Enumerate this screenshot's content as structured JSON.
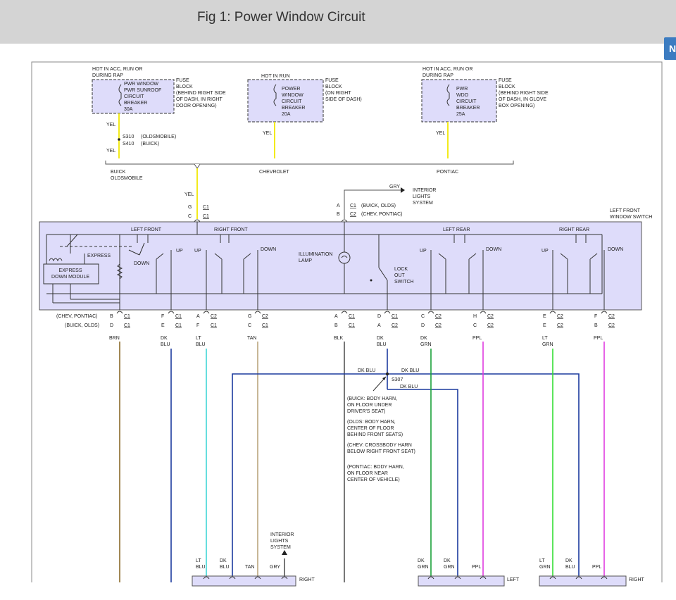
{
  "page": {
    "title": "Fig 1: Power Window Circuit",
    "side_tab": "N"
  },
  "colors": {
    "yel": "#f2ea1c",
    "dkblu": "#1c3a9e",
    "ltblu": "#3fd6d6",
    "brn": "#8a6a2a",
    "tan": "#b9a37c",
    "blk": "#555555",
    "dkgrn": "#1aa13a",
    "ppl": "#e03ce0",
    "ltgrn": "#33dd33",
    "panel": "#dedcfa",
    "panel_border": "#555555"
  },
  "fuses": [
    {
      "hot": "HOT IN ACC, RUN OR\nDURING RAP",
      "label": "PWR WINDOW\nPWR SUNROOF\nCIRCUIT\nBREAKER\n30A",
      "side": "FUSE\nBLOCK\n(BEHIND RIGHT SIDE\nOF DASH, IN RIGHT\nDOOR OPENING)"
    },
    {
      "hot": "HOT IN RUN",
      "label": "POWER\nWINDOW\nCIRCUIT\nBREAKER\n20A",
      "side": "FUSE\nBLOCK\n(ON RIGHT\nSIDE OF DASH)"
    },
    {
      "hot": "HOT IN ACC, RUN OR\nDURING RAP",
      "label": "PWR\nWDO\nCIRCUIT\nBREAKER\n25A",
      "side": "FUSE\nBLOCK\n(BEHIND RIGHT SIDE\nOF DASH, IN GLOVE\nBOX OPENING)"
    }
  ],
  "splice_top": {
    "yel1": "YEL",
    "s310": "S310",
    "s410": "S410",
    "olds": "(OLDSMOBILE)",
    "buick": "(BUICK)",
    "yel2": "YEL",
    "yel3": "YEL",
    "yel4": "YEL"
  },
  "makes": {
    "buick_olds": "BUICK\nOLDSMOBILE",
    "chevrolet": "CHEVROLET",
    "pontiac": "PONTIAC"
  },
  "feed": {
    "yel": "YEL",
    "g": "G",
    "c": "C",
    "c1a": "C1",
    "c1b": "C1",
    "gry": "GRY",
    "interior": "INTERIOR\nLIGHTS\nSYSTEM",
    "a": "A",
    "b": "B",
    "c1c": "C1",
    "c2": "C2",
    "buick_olds": "(BUICK, OLDS)",
    "chev_pontiac": "(CHEV, PONTIAC)"
  },
  "switch": {
    "title": "LEFT FRONT\nWINDOW SWITCH",
    "left_front": "LEFT FRONT",
    "right_front": "RIGHT FRONT",
    "left_rear": "LEFT REAR",
    "right_rear": "RIGHT REAR",
    "express": "EXPRESS",
    "express_module": "EXPRESS\nDOWN MODULE",
    "down": "DOWN",
    "up": "UP",
    "illumination": "ILLUMINATION\nLAMP",
    "lockout": "LOCK\nOUT\nSWITCH"
  },
  "connectors": {
    "row_labels": [
      "(CHEV, PONTIAC)",
      "(BUICK, OLDS)"
    ],
    "pins": [
      {
        "r1": "B",
        "r1c": "C1",
        "r2": "D",
        "r2c": "C1",
        "wire": "BRN"
      },
      {
        "r1": "F",
        "r1c": "C1",
        "r2": "E",
        "r2c": "C1",
        "wire": "DK\nBLU"
      },
      {
        "r1": "A",
        "r1c": "C2",
        "r2": "F",
        "r2c": "C1",
        "wire": "LT\nBLU"
      },
      {
        "r1": "G",
        "r1c": "C2",
        "r2": "C",
        "r2c": "C1",
        "wire": "TAN"
      },
      {
        "r1": "A",
        "r1c": "C1",
        "r2": "B",
        "r2c": "C1",
        "wire": "BLK"
      },
      {
        "r1": "D",
        "r1c": "C1",
        "r2": "A",
        "r2c": "C2",
        "wire": "DK\nBLU"
      },
      {
        "r1": "C",
        "r1c": "C2",
        "r2": "D",
        "r2c": "C2",
        "wire": "DK\nGRN"
      },
      {
        "r1": "H",
        "r1c": "C2",
        "r2": "C",
        "r2c": "C2",
        "wire": "PPL"
      },
      {
        "r1": "E",
        "r1c": "C2",
        "r2": "E",
        "r2c": "C2",
        "wire": "LT\nGRN"
      },
      {
        "r1": "F",
        "r1c": "C2",
        "r2": "B",
        "r2c": "C2",
        "wire": "PPL"
      }
    ]
  },
  "splice_s307": {
    "dkblu_l": "DK BLU",
    "dkblu_r": "DK BLU",
    "dkblu_b": "DK BLU",
    "name": "S307",
    "notes": [
      "(BUICK: BODY HARN,\nON FLOOR UNDER\nDRIVER'S SEAT)",
      "(OLDS: BODY HARN,\nCENTER OF FLOOR\nBEHIND FRONT SEATS)",
      "(CHEV: CROSSBODY HARN\nBELOW RIGHT FRONT SEAT)",
      "(PONTIAC: BODY HARN,\nON FLOOR NEAR\nCENTER OF VEHICLE)"
    ]
  },
  "bottom": {
    "interior": "INTERIOR\nLIGHTS\nSYSTEM",
    "right_labels": [
      "LT\nBLU",
      "DK\nBLU",
      "TAN",
      "GRY"
    ],
    "right": "RIGHT",
    "left_labels": [
      "DK\nGRN",
      "DK\nGRN",
      "PPL"
    ],
    "left": "LEFT",
    "right2_labels": [
      "LT\nGRN",
      "DK\nBLU",
      "PPL"
    ],
    "right2": "RIGHT"
  }
}
